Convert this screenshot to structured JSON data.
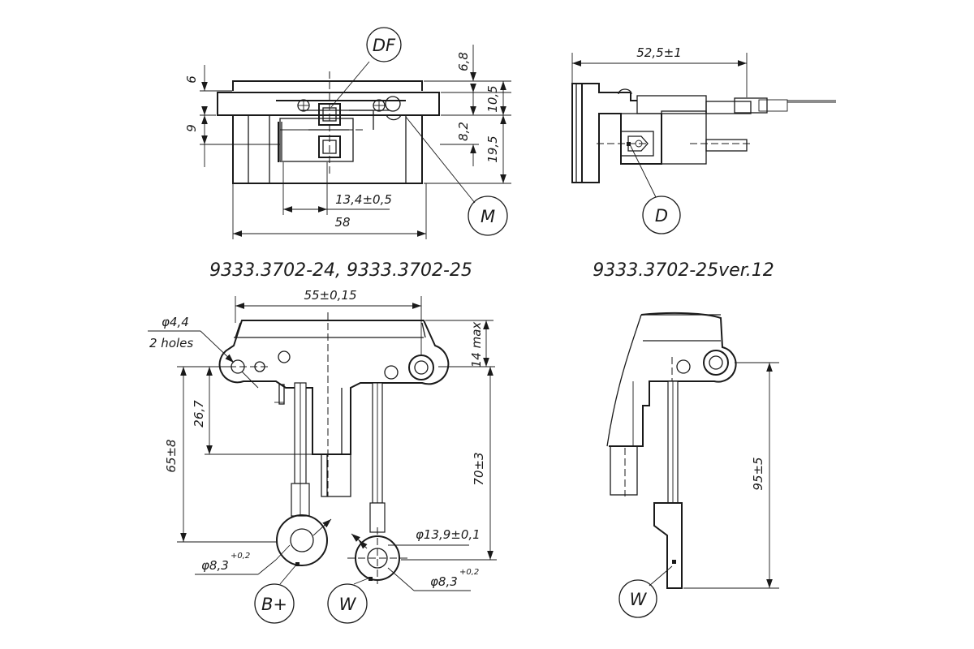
{
  "titles": {
    "top_left": "9333.3702-24,  9333.3702-25",
    "top_right": "9333.3702-25ver.12"
  },
  "callouts": {
    "df": "DF",
    "m": "M",
    "d": "D",
    "b_plus": "B+",
    "w_left": "W",
    "w_right": "W"
  },
  "dimensions": {
    "d_6": "6",
    "d_9": "9",
    "d_6_8": "6,8",
    "d_10_5": "10,5",
    "d_8_2": "8,2",
    "d_19_5": "19,5",
    "d_13_4": "13,4±0,5",
    "d_58": "58",
    "d_52_5": "52,5±1",
    "d_55": "55±0,15",
    "d_hole": "φ4,4",
    "d_holes_note": "2 holes",
    "d_14max": "14 max",
    "d_26_7": "26,7",
    "d_65": "65±8",
    "d_70": "70±3",
    "d_95": "95±5",
    "d_13_9": "φ13,9±0,1",
    "d_8_3_a": "φ8,3",
    "d_8_3_a_tol": "+0,2",
    "d_8_3_b": "φ8,3",
    "d_8_3_b_tol": "+0,2"
  }
}
